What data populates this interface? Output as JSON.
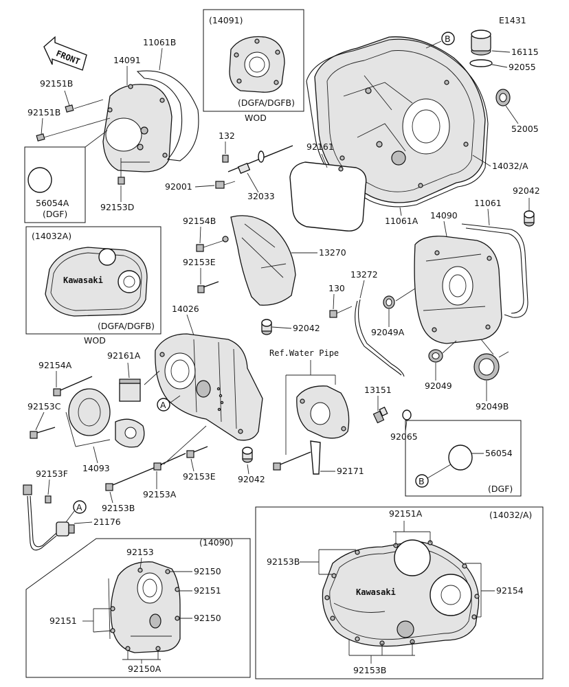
{
  "diagram": {
    "code": "E1431",
    "front_label": "FRONT",
    "parts": {
      "p16115": "16115",
      "p92055": "92055",
      "p52005": "52005",
      "p14032A": "14032/A",
      "p11061A": "11061A",
      "p92161": "92161",
      "p132": "132",
      "p92001": "92001",
      "p32033": "32033",
      "p14091": "14091",
      "p11061B": "11061B",
      "p92151B_1": "92151B",
      "p92151B_2": "92151B",
      "p56054A": "56054A",
      "p92153D": "92153D",
      "p92154B": "92154B",
      "p13270": "13270",
      "p92153E_1": "92153E",
      "p14026": "14026",
      "p92042_1": "92042",
      "p92042_2": "92042",
      "p92042_3": "92042",
      "p11061": "11061",
      "p14090": "14090",
      "p13272": "13272",
      "p130": "130",
      "p92049A": "92049A",
      "p92049": "92049",
      "p92049B": "92049B",
      "p92154A": "92154A",
      "p92161A": "92161A",
      "p92153C": "92153C",
      "p14093": "14093",
      "p13151": "13151",
      "p92065": "92065",
      "p92171": "92171",
      "p92153E_2": "92153E",
      "p92153A": "92153A",
      "p92153B_1": "92153B",
      "p92153F": "92153F",
      "p21176": "21176",
      "p56054": "56054"
    },
    "circle_refs": {
      "b_top": "B",
      "a_mid": "A",
      "a_low": "A",
      "b_dgf": "B"
    },
    "notes": {
      "ref_water_pipe": "Ref.Water Pipe",
      "dgf_1": "(DGF)",
      "dgf_2": "(DGF)"
    },
    "inset_14091": {
      "title": "(14091)",
      "variant": "(DGFA/DGFB)",
      "footer": "WOD"
    },
    "inset_14032A_left": {
      "title": "(14032A)",
      "variant": "(DGFA/DGFB)",
      "footer": "WOD",
      "brand": "Kawasaki"
    },
    "inset_14090": {
      "title": "(14090)",
      "l92153": "92153",
      "l92150_1": "92150",
      "l92151_r": "92151",
      "l92150_2": "92150",
      "l92151_l": "92151",
      "l92150A": "92150A"
    },
    "inset_14032A_right": {
      "title": "(14032/A)",
      "l92151A": "92151A",
      "l92153B_t": "92153B",
      "l92154": "92154",
      "l92153B_b": "92153B",
      "brand": "Kawasaki"
    }
  }
}
